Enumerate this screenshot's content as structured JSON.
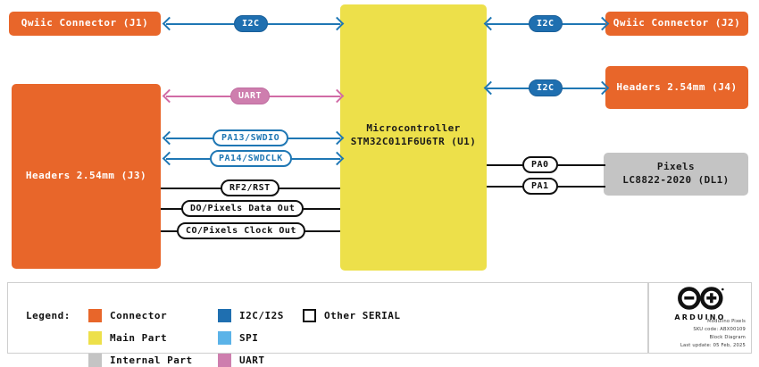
{
  "diagram": {
    "blocks": {
      "qwiic_j1": "Qwiic Connector (J1)",
      "qwiic_j2": "Qwiic Connector (J2)",
      "headers_j3": "Headers 2.54mm (J3)",
      "headers_j4": "Headers 2.54mm (J4)",
      "mcu_line1": "Microcontroller",
      "mcu_line2": "STM32C011F6U6TR (U1)",
      "pixels_line1": "Pixels",
      "pixels_line2": "LC8822-2020 (DL1)"
    },
    "signals": {
      "i2c_j1": "I2C",
      "i2c_j2": "I2C",
      "i2c_j4": "I2C",
      "uart": "UART",
      "swdio": "PA13/SWDIO",
      "swdclk": "PA14/SWDCLK",
      "rst": "RF2/RST",
      "data_out": "DO/Pixels Data Out",
      "clock_out": "CO/Pixels Clock Out",
      "pa0": "PA0",
      "pa1": "PA1"
    },
    "colors": {
      "connector": "#E8662A",
      "main_part": "#EDE04A",
      "internal_part": "#C4C4C4",
      "i2c_i2s": "#1F6FB0",
      "spi": "#5BB3E8",
      "uart": "#CE7EAE",
      "other_serial": "#FFFFFF"
    }
  },
  "legend": {
    "title": "Legend:",
    "items": [
      {
        "label": "Connector",
        "color": "#E8662A",
        "hollow": false
      },
      {
        "label": "Main Part",
        "color": "#EDE04A",
        "hollow": false
      },
      {
        "label": "Internal Part",
        "color": "#C4C4C4",
        "hollow": false
      },
      {
        "label": "I2C/I2S",
        "color": "#1F6FB0",
        "hollow": false
      },
      {
        "label": "SPI",
        "color": "#5BB3E8",
        "hollow": false
      },
      {
        "label": "UART",
        "color": "#CE7EAE",
        "hollow": false
      },
      {
        "label": "Other SERIAL",
        "color": "#FFFFFF",
        "hollow": true
      }
    ]
  },
  "footer": {
    "brand": "ARDUINO",
    "product": "Modulino Pixels",
    "sku": "SKU code: ABX00109",
    "doc_type": "Block Diagram",
    "updated": "Last update: 05 Feb, 2025"
  }
}
